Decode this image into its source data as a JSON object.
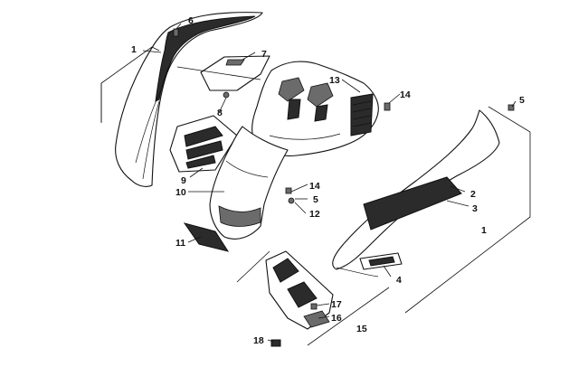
{
  "callouts": {
    "c1_left": "1",
    "c6": "6",
    "c7": "7",
    "c8": "8",
    "c9": "9",
    "c10": "10",
    "c11": "11",
    "c12": "12",
    "c13": "13",
    "c14_top": "14",
    "c14_mid": "14",
    "c5_top": "5",
    "c5_mid": "5",
    "c1_right": "1",
    "c2": "2",
    "c3": "3",
    "c4": "4",
    "c15": "15",
    "c16": "16",
    "c17": "17",
    "c18": "18"
  }
}
